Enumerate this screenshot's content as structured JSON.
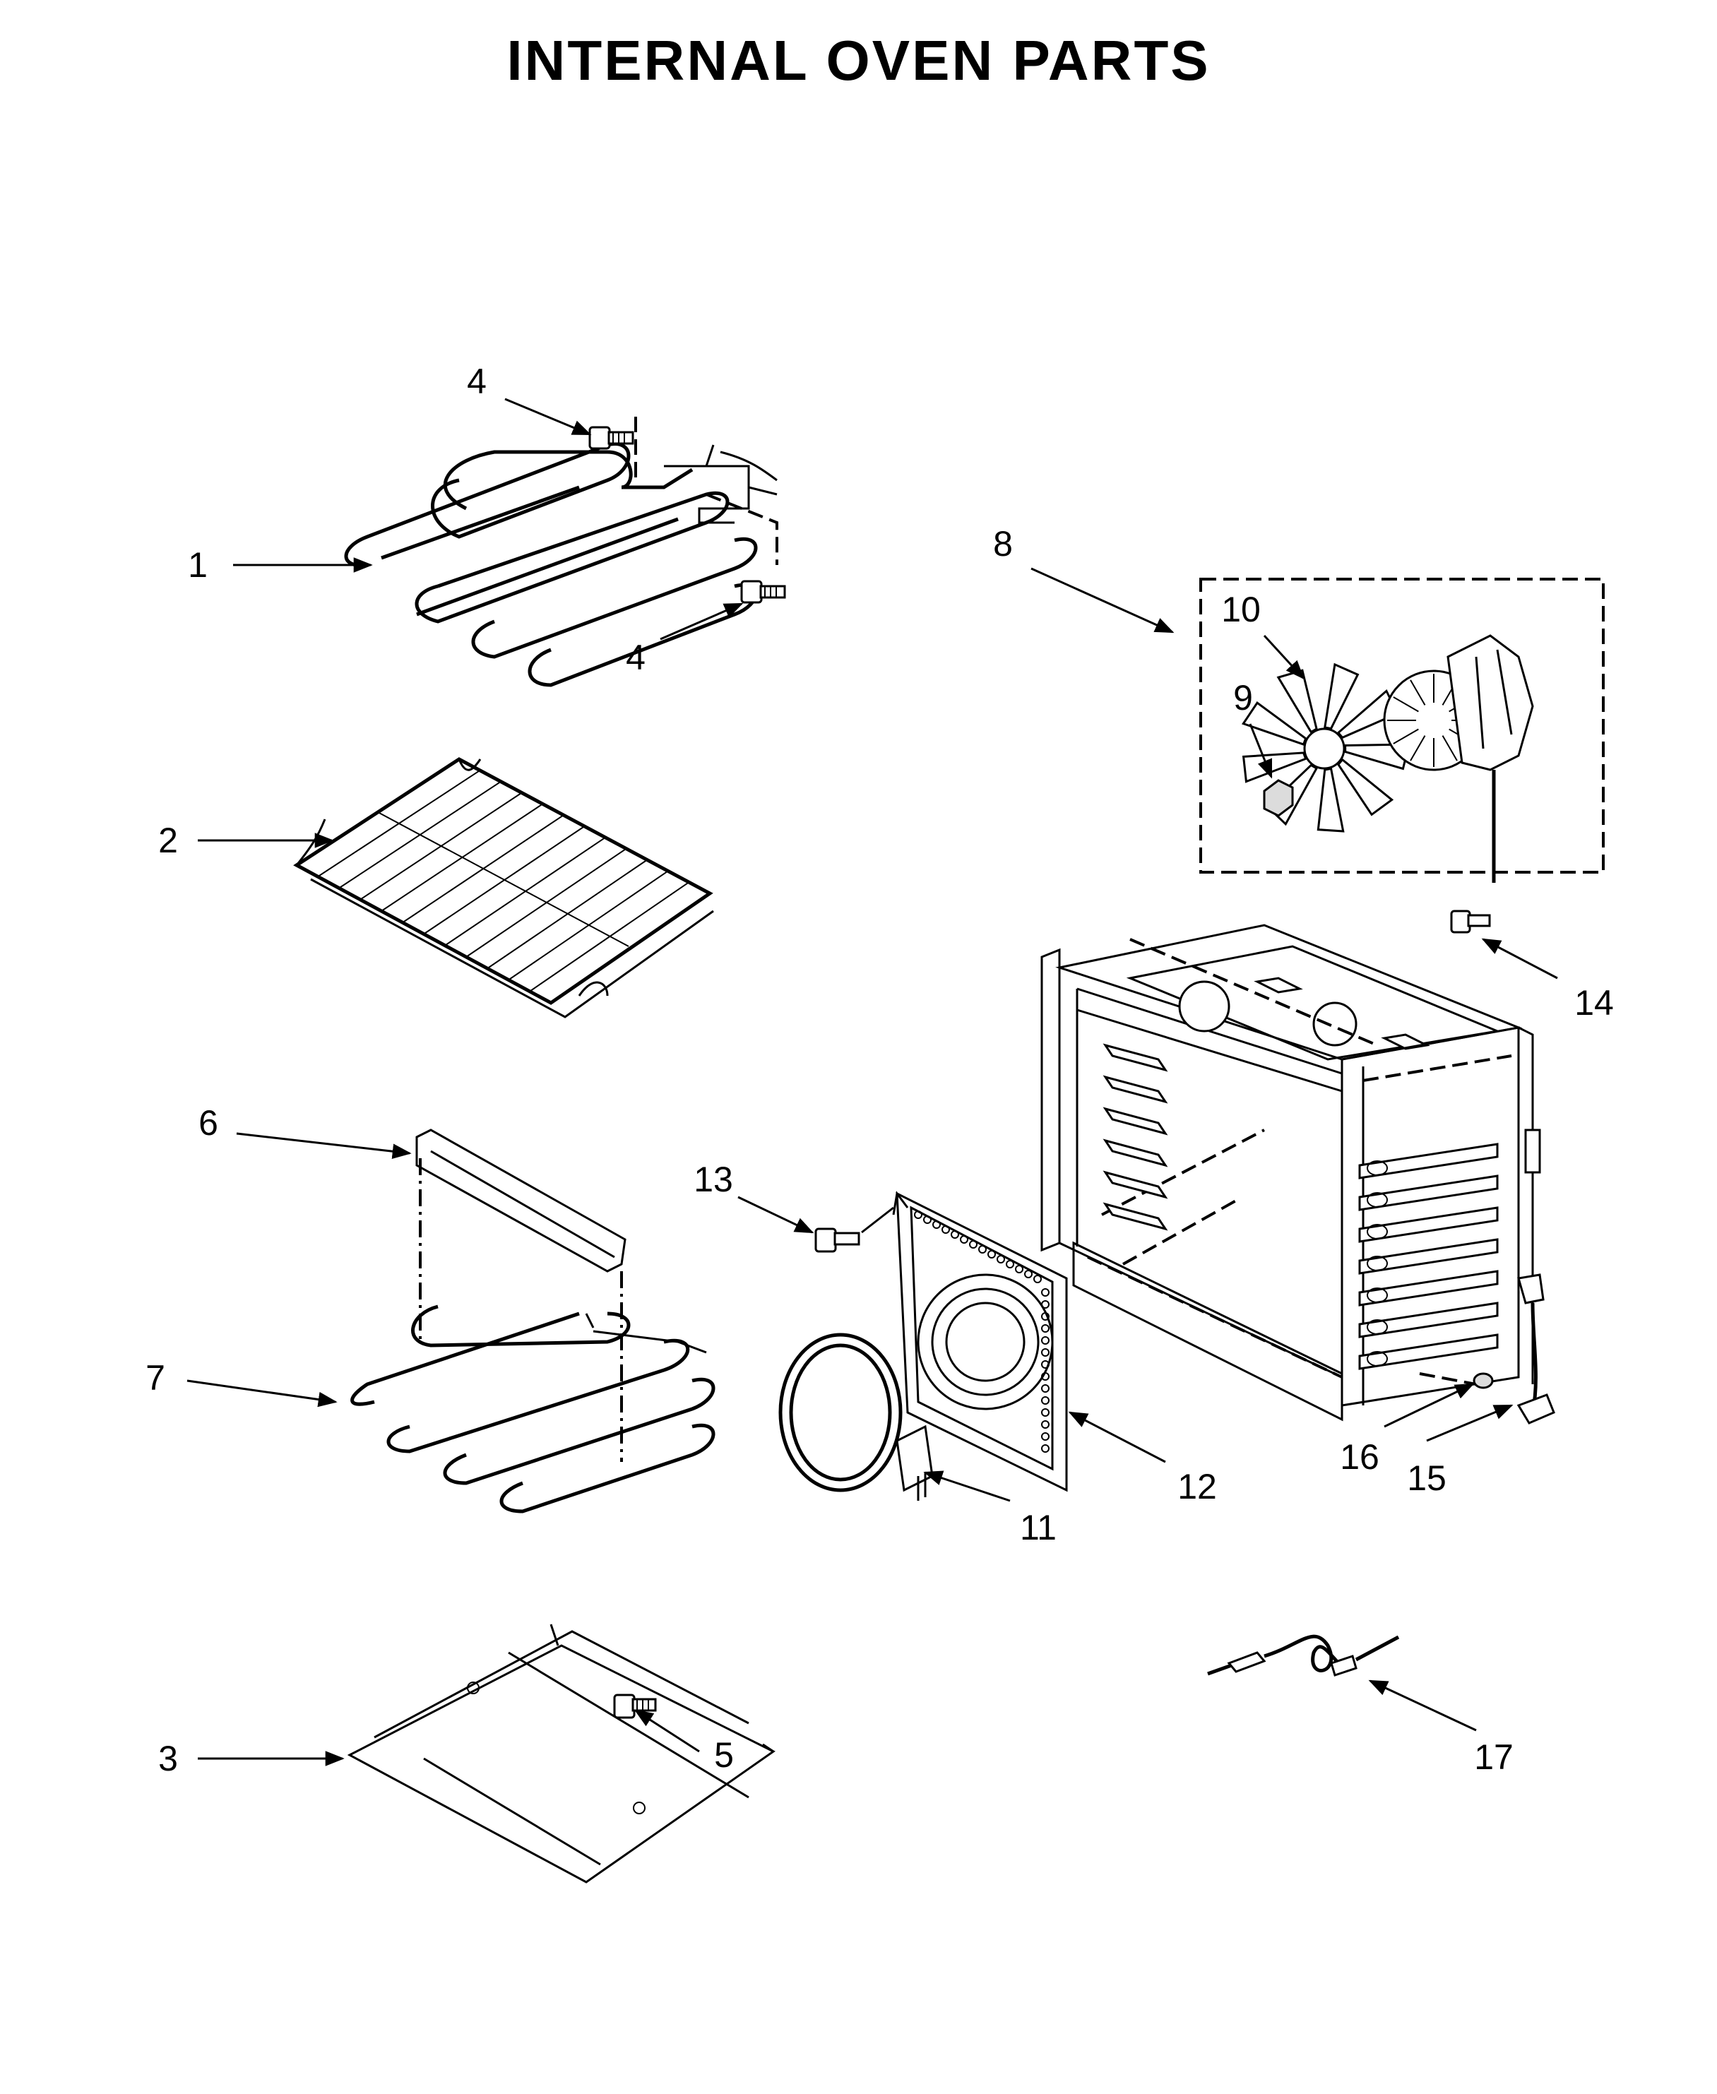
{
  "title": "INTERNAL OVEN PARTS",
  "callouts": [
    {
      "id": "c1",
      "label": "1"
    },
    {
      "id": "c2",
      "label": "2"
    },
    {
      "id": "c3",
      "label": "3"
    },
    {
      "id": "c4a",
      "label": "4"
    },
    {
      "id": "c4b",
      "label": "4"
    },
    {
      "id": "c5",
      "label": "5"
    },
    {
      "id": "c6",
      "label": "6"
    },
    {
      "id": "c7",
      "label": "7"
    },
    {
      "id": "c8",
      "label": "8"
    },
    {
      "id": "c9",
      "label": "9"
    },
    {
      "id": "c10",
      "label": "10"
    },
    {
      "id": "c11",
      "label": "11"
    },
    {
      "id": "c12",
      "label": "12"
    },
    {
      "id": "c13",
      "label": "13"
    },
    {
      "id": "c14",
      "label": "14"
    },
    {
      "id": "c15",
      "label": "15"
    },
    {
      "id": "c16",
      "label": "16"
    },
    {
      "id": "c17",
      "label": "17"
    }
  ],
  "colors": {
    "ink": "#000000",
    "paper": "#ffffff"
  }
}
